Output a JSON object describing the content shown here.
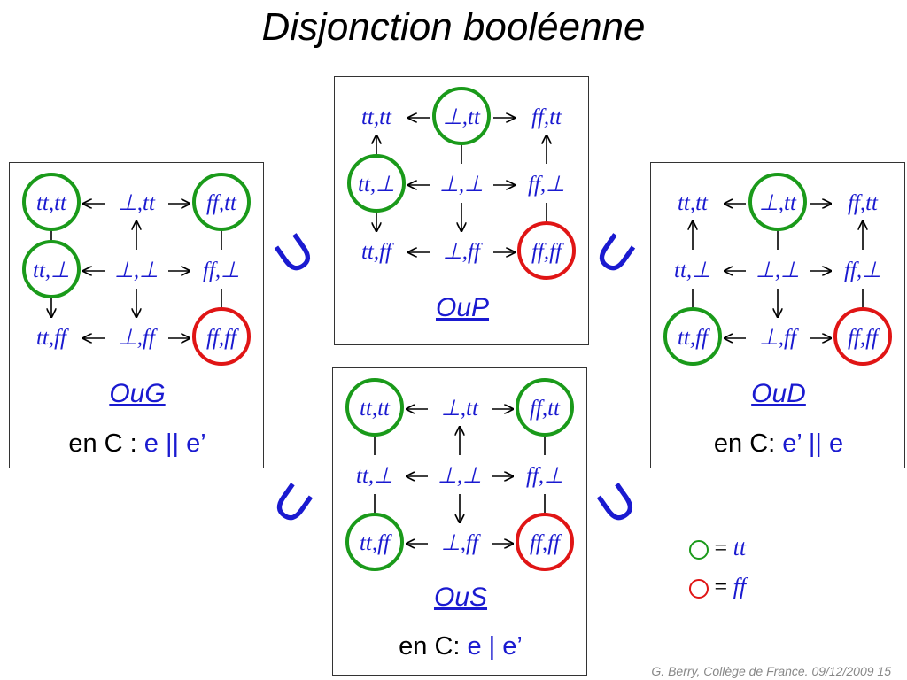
{
  "title": "Disjonction booléenne",
  "nodes": {
    "tt_tt": "tt,tt",
    "bot_tt": "⊥,tt",
    "ff_tt": "ff,tt",
    "tt_bot": "tt,⊥",
    "bot_bot": "⊥,⊥",
    "ff_bot": "ff,⊥",
    "tt_ff": "tt,ff",
    "bot_ff": "⊥,ff",
    "ff_ff": "ff,ff"
  },
  "panels": {
    "oug": {
      "label": "OuG",
      "encoding_prefix": "en C : ",
      "encoding_expr": "e || e’",
      "green": [
        "tt_bot",
        "tt_tt",
        "ff_tt"
      ],
      "red": [
        "ff_ff"
      ]
    },
    "oup": {
      "label": "OuP",
      "encoding_prefix": "",
      "encoding_expr": "",
      "green": [
        "bot_tt",
        "tt_bot"
      ],
      "red": [
        "ff_ff"
      ]
    },
    "oud": {
      "label": "OuD",
      "encoding_prefix": "en C:  ",
      "encoding_expr": "e’ || e",
      "green": [
        "bot_tt",
        "tt_ff"
      ],
      "red": [
        "ff_ff"
      ]
    },
    "ous": {
      "label": "OuS",
      "encoding_prefix": "en C:  ",
      "encoding_expr": "e | e’",
      "green": [
        "tt_tt",
        "ff_tt",
        "tt_ff"
      ],
      "red": [
        "ff_ff"
      ]
    }
  },
  "union_symbol": "∪",
  "legend": {
    "eq": "=",
    "green_label": "tt",
    "red_label": "ff",
    "green_color": "#1a9a1a",
    "red_color": "#e01515"
  },
  "footer": "G. Berry, Collège de France.   09/12/2009  15"
}
